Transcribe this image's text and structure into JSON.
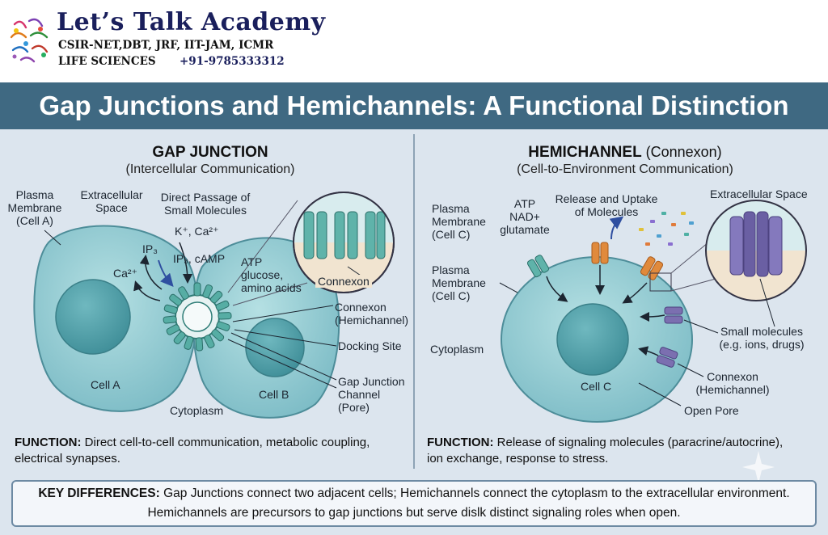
{
  "header": {
    "academy_name": "Let’s Talk Academy",
    "exams": "CSIR-NET,DBT, JRF, IIT-JAM, ICMR",
    "subject": "LIFE SCIENCES",
    "phone": "+91-9785333312"
  },
  "title": "Gap Junctions and Hemichannels: A Functional Distinction",
  "gap_junction": {
    "heading": "GAP JUNCTION",
    "subheading": "(Intercellular Communication)",
    "labels": {
      "plasma_membrane": [
        "Plasma",
        "Membrane",
        "(Cell A)"
      ],
      "extracellular_space": [
        "Extracellular",
        "Space"
      ],
      "direct_passage": [
        "Direct Passage of",
        "Small Molecules"
      ],
      "k_ca": "K⁺, Ca²⁺",
      "ip3_top": "IP₃",
      "ip3_camp": "IP₃, cAMP",
      "ca_left": "Ca²⁺",
      "atp": [
        "ATP",
        "glucose,",
        "amino acids"
      ],
      "connexon_zoom": "Connexon",
      "connexon_hemichannel": [
        "Connexon",
        "(Hemichannel)"
      ],
      "docking_site": "Docking Site",
      "channel": [
        "Gap Junction",
        "Channel",
        "(Pore)"
      ],
      "cell_a": "Cell A",
      "cell_b": "Cell B",
      "cytoplasm": "Cytoplasm"
    },
    "function_label": "FUNCTION:",
    "function_line1": "Direct cell-to-cell communication, metabolic coupling,",
    "function_line2": "electrical synapses."
  },
  "hemichannel": {
    "heading_bold": "HEMICHANNEL",
    "heading_normal": "(Connexon)",
    "subheading": "(Cell-to-Environment Communication)",
    "labels": {
      "plasma_membrane_top": [
        "Plasma",
        "Membrane",
        "(Cell C)"
      ],
      "plasma_membrane_mid": [
        "Plasma",
        "Membrane",
        "(Cell C)"
      ],
      "atp_group": [
        "ATP",
        "NAD+",
        "glutamate"
      ],
      "release_uptake": [
        "Release and Uptake",
        "of Molecules"
      ],
      "extracellular_space": "Extracellular Space",
      "cytoplasm": "Cytoplasm",
      "small_molecules": [
        "Small molecules",
        "(e.g. ions, drugs)"
      ],
      "connexon_hemichannel": [
        "Connexon",
        "(Hemichannel)"
      ],
      "cell_c": "Cell C",
      "open_pore": "Open Pore"
    },
    "function_label": "FUNCTION:",
    "function_line1": "Release of signaling molecules (paracrine/autocrine),",
    "function_line2": "ion exchange, response to stress."
  },
  "key_differences": {
    "label": "KEY DIFFERENCES:",
    "line1_rest": "Gap Junctions connect two adjacent cells; Hemichannels connect the cytoplasm to the extracellular environment.",
    "line2": "Hemichannels are precursors to gap junctions but serve dislk distinct signaling roles when open."
  },
  "colors": {
    "title_band": "#3f6982",
    "panel_bg": "#dce5ee",
    "cell_fill": "#8fc7cf",
    "nucleus_fill": "#4f9fa8",
    "connexon_teal": "#4aa59c",
    "hemichannel_purple": "#7b6fb0",
    "hemichannel_orange": "#e08a3c"
  }
}
